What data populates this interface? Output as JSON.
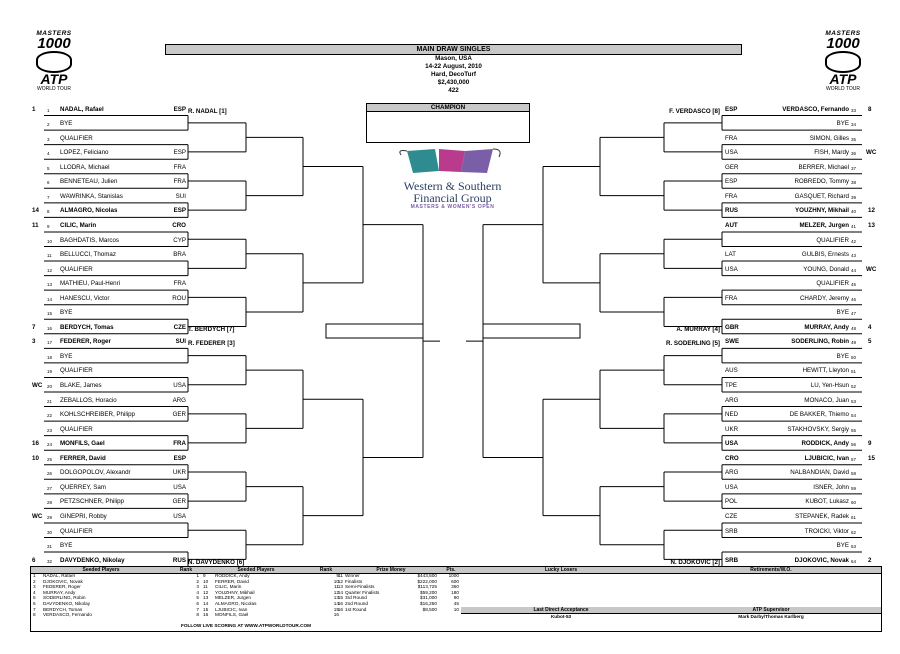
{
  "header": {
    "title": "MAIN DRAW SINGLES",
    "location": "Mason, USA",
    "dates": "14-22 August, 2010",
    "surface": "Hard, DecoTurf",
    "prize": "$2,430,000",
    "code": "422"
  },
  "logo": {
    "masters": "MASTERS",
    "thousand": "1000",
    "atp": "ATP",
    "tour": "WORLD TOUR"
  },
  "champion_label": "CHAMPION",
  "sponsor": {
    "line1": "Western & Southern",
    "line2": "Financial Group",
    "line3": "MASTERS & WOMEN'S OPEN"
  },
  "left_players": [
    {
      "seed": "1",
      "entry": "",
      "num": "1",
      "name": "NADAL, Rafael",
      "nat": "ESP",
      "bold": true
    },
    {
      "seed": "",
      "entry": "",
      "num": "2",
      "name": "BYE",
      "nat": "",
      "bold": false
    },
    {
      "seed": "",
      "entry": "",
      "num": "3",
      "name": "QUALIFIER",
      "nat": "",
      "bold": false
    },
    {
      "seed": "",
      "entry": "",
      "num": "4",
      "name": "LOPEZ, Feliciano",
      "nat": "ESP",
      "bold": false
    },
    {
      "seed": "",
      "entry": "",
      "num": "5",
      "name": "LLODRA, Michael",
      "nat": "FRA",
      "bold": false
    },
    {
      "seed": "",
      "entry": "",
      "num": "6",
      "name": "BENNETEAU, Julien",
      "nat": "FRA",
      "bold": false
    },
    {
      "seed": "",
      "entry": "",
      "num": "7",
      "name": "WAWRINKA, Stanislas",
      "nat": "SUI",
      "bold": false
    },
    {
      "seed": "14",
      "entry": "",
      "num": "8",
      "name": "ALMAGRO, Nicolas",
      "nat": "ESP",
      "bold": true
    },
    {
      "seed": "11",
      "entry": "",
      "num": "9",
      "name": "CILIC, Marin",
      "nat": "CRO",
      "bold": true
    },
    {
      "seed": "",
      "entry": "",
      "num": "10",
      "name": "BAGHDATIS, Marcos",
      "nat": "CYP",
      "bold": false
    },
    {
      "seed": "",
      "entry": "",
      "num": "11",
      "name": "BELLUCCI, Thomaz",
      "nat": "BRA",
      "bold": false
    },
    {
      "seed": "",
      "entry": "",
      "num": "12",
      "name": "QUALIFIER",
      "nat": "",
      "bold": false
    },
    {
      "seed": "",
      "entry": "",
      "num": "13",
      "name": "MATHIEU, Paul-Henri",
      "nat": "FRA",
      "bold": false
    },
    {
      "seed": "",
      "entry": "",
      "num": "14",
      "name": "HANESCU, Victor",
      "nat": "ROU",
      "bold": false
    },
    {
      "seed": "",
      "entry": "",
      "num": "15",
      "name": "BYE",
      "nat": "",
      "bold": false
    },
    {
      "seed": "7",
      "entry": "",
      "num": "16",
      "name": "BERDYCH, Tomas",
      "nat": "CZE",
      "bold": true
    },
    {
      "seed": "3",
      "entry": "",
      "num": "17",
      "name": "FEDERER, Roger",
      "nat": "SUI",
      "bold": true
    },
    {
      "seed": "",
      "entry": "",
      "num": "18",
      "name": "BYE",
      "nat": "",
      "bold": false
    },
    {
      "seed": "",
      "entry": "",
      "num": "19",
      "name": "QUALIFIER",
      "nat": "",
      "bold": false
    },
    {
      "seed": "",
      "entry": "WC",
      "num": "20",
      "name": "BLAKE, James",
      "nat": "USA",
      "bold": false
    },
    {
      "seed": "",
      "entry": "",
      "num": "21",
      "name": "ZEBALLOS, Horacio",
      "nat": "ARG",
      "bold": false
    },
    {
      "seed": "",
      "entry": "",
      "num": "22",
      "name": "KOHLSCHREIBER, Philipp",
      "nat": "GER",
      "bold": false
    },
    {
      "seed": "",
      "entry": "",
      "num": "23",
      "name": "QUALIFIER",
      "nat": "",
      "bold": false
    },
    {
      "seed": "16",
      "entry": "",
      "num": "24",
      "name": "MONFILS, Gael",
      "nat": "FRA",
      "bold": true
    },
    {
      "seed": "10",
      "entry": "",
      "num": "25",
      "name": "FERRER, David",
      "nat": "ESP",
      "bold": true
    },
    {
      "seed": "",
      "entry": "",
      "num": "26",
      "name": "DOLGOPOLOV, Alexandr",
      "nat": "UKR",
      "bold": false
    },
    {
      "seed": "",
      "entry": "",
      "num": "27",
      "name": "QUERREY, Sam",
      "nat": "USA",
      "bold": false
    },
    {
      "seed": "",
      "entry": "",
      "num": "28",
      "name": "PETZSCHNER, Philipp",
      "nat": "GER",
      "bold": false
    },
    {
      "seed": "",
      "entry": "WC",
      "num": "29",
      "name": "GINEPRI, Robby",
      "nat": "USA",
      "bold": false
    },
    {
      "seed": "",
      "entry": "",
      "num": "30",
      "name": "QUALIFIER",
      "nat": "",
      "bold": false
    },
    {
      "seed": "",
      "entry": "",
      "num": "31",
      "name": "BYE",
      "nat": "",
      "bold": false
    },
    {
      "seed": "6",
      "entry": "",
      "num": "32",
      "name": "DAVYDENKO, Nikolay",
      "nat": "RUS",
      "bold": true
    }
  ],
  "right_players": [
    {
      "seed": "8",
      "entry": "",
      "num": "33",
      "name": "VERDASCO, Fernando",
      "nat": "ESP",
      "bold": true
    },
    {
      "seed": "",
      "entry": "",
      "num": "34",
      "name": "BYE",
      "nat": "",
      "bold": false
    },
    {
      "seed": "",
      "entry": "",
      "num": "35",
      "name": "SIMON, Gilles",
      "nat": "FRA",
      "bold": false
    },
    {
      "seed": "",
      "entry": "WC",
      "num": "36",
      "name": "FISH, Mardy",
      "nat": "USA",
      "bold": false
    },
    {
      "seed": "",
      "entry": "",
      "num": "37",
      "name": "BERRER, Michael",
      "nat": "GER",
      "bold": false
    },
    {
      "seed": "",
      "entry": "",
      "num": "38",
      "name": "ROBREDO, Tommy",
      "nat": "ESP",
      "bold": false
    },
    {
      "seed": "",
      "entry": "",
      "num": "39",
      "name": "GASQUET, Richard",
      "nat": "FRA",
      "bold": false
    },
    {
      "seed": "12",
      "entry": "",
      "num": "40",
      "name": "YOUZHNY, Mikhail",
      "nat": "RUS",
      "bold": true
    },
    {
      "seed": "13",
      "entry": "",
      "num": "41",
      "name": "MELZER, Jurgen",
      "nat": "AUT",
      "bold": true
    },
    {
      "seed": "",
      "entry": "",
      "num": "42",
      "name": "QUALIFIER",
      "nat": "",
      "bold": false
    },
    {
      "seed": "",
      "entry": "",
      "num": "43",
      "name": "GULBIS, Ernests",
      "nat": "LAT",
      "bold": false
    },
    {
      "seed": "",
      "entry": "WC",
      "num": "44",
      "name": "YOUNG, Donald",
      "nat": "USA",
      "bold": false
    },
    {
      "seed": "",
      "entry": "",
      "num": "45",
      "name": "QUALIFIER",
      "nat": "",
      "bold": false
    },
    {
      "seed": "",
      "entry": "",
      "num": "46",
      "name": "CHARDY, Jeremy",
      "nat": "FRA",
      "bold": false
    },
    {
      "seed": "",
      "entry": "",
      "num": "47",
      "name": "BYE",
      "nat": "",
      "bold": false
    },
    {
      "seed": "4",
      "entry": "",
      "num": "48",
      "name": "MURRAY, Andy",
      "nat": "GBR",
      "bold": true
    },
    {
      "seed": "5",
      "entry": "",
      "num": "49",
      "name": "SODERLING, Robin",
      "nat": "SWE",
      "bold": true
    },
    {
      "seed": "",
      "entry": "",
      "num": "50",
      "name": "BYE",
      "nat": "",
      "bold": false
    },
    {
      "seed": "",
      "entry": "",
      "num": "51",
      "name": "HEWITT, Lleyton",
      "nat": "AUS",
      "bold": false
    },
    {
      "seed": "",
      "entry": "",
      "num": "52",
      "name": "LU, Yen-Hsun",
      "nat": "TPE",
      "bold": false
    },
    {
      "seed": "",
      "entry": "",
      "num": "53",
      "name": "MONACO, Juan",
      "nat": "ARG",
      "bold": false
    },
    {
      "seed": "",
      "entry": "",
      "num": "54",
      "name": "DE BAKKER, Thiemo",
      "nat": "NED",
      "bold": false
    },
    {
      "seed": "",
      "entry": "",
      "num": "55",
      "name": "STAKHOVSKY, Sergiy",
      "nat": "UKR",
      "bold": false
    },
    {
      "seed": "9",
      "entry": "",
      "num": "56",
      "name": "RODDICK, Andy",
      "nat": "USA",
      "bold": true
    },
    {
      "seed": "15",
      "entry": "",
      "num": "57",
      "name": "LJUBICIC, Ivan",
      "nat": "CRO",
      "bold": true
    },
    {
      "seed": "",
      "entry": "",
      "num": "58",
      "name": "NALBANDIAN, David",
      "nat": "ARG",
      "bold": false
    },
    {
      "seed": "",
      "entry": "",
      "num": "59",
      "name": "ISNER, John",
      "nat": "USA",
      "bold": false
    },
    {
      "seed": "",
      "entry": "",
      "num": "60",
      "name": "KUBOT, Lukasz",
      "nat": "POL",
      "bold": false
    },
    {
      "seed": "",
      "entry": "",
      "num": "61",
      "name": "STEPANEK, Radek",
      "nat": "CZE",
      "bold": false
    },
    {
      "seed": "",
      "entry": "",
      "num": "62",
      "name": "TROICKI, Viktor",
      "nat": "SRB",
      "bold": false
    },
    {
      "seed": "",
      "entry": "",
      "num": "63",
      "name": "BYE",
      "nat": "",
      "bold": false
    },
    {
      "seed": "2",
      "entry": "",
      "num": "64",
      "name": "DJOKOVIC, Novak",
      "nat": "SRB",
      "bold": true
    }
  ],
  "r2_left": [
    {
      "row": 1,
      "name": "R. NADAL [1]"
    },
    {
      "row": 16,
      "name": "T. BERDYCH [7]"
    },
    {
      "row": 17,
      "name": "R. FEDERER [3]"
    },
    {
      "row": 32,
      "name": "N. DAVYDENKO [6]"
    }
  ],
  "r2_right": [
    {
      "row": 1,
      "name": "F. VERDASCO [8]"
    },
    {
      "row": 16,
      "name": "A. MURRAY [4]"
    },
    {
      "row": 17,
      "name": "R. SODERLING [5]"
    },
    {
      "row": 32,
      "name": "N. DJOKOVIC [2]"
    }
  ],
  "bottom": {
    "seeded_title": "Seeded Players",
    "rank_title": "Rank",
    "prize_title": "Prize Money",
    "pts_title": "Pts.",
    "lucky_title": "Lucky Losers",
    "ret_title": "Retirements/W.O.",
    "last_direct_title": "Last Direct Acceptance",
    "last_direct_value": "Kubot-53",
    "supervisor_title": "ATP Supervisor",
    "supervisor_value": "Mark Darby/Thomas Karlberg",
    "footer": "FOLLOW LIVE SCORING AT WWW.ATPWORLDTOUR.COM",
    "seeds_a": [
      {
        "n": "1",
        "name": "NADAL, Rafael",
        "rank": "1"
      },
      {
        "n": "2",
        "name": "DJOKOVIC, Novak",
        "rank": "2"
      },
      {
        "n": "3",
        "name": "FEDERER, Roger",
        "rank": "3"
      },
      {
        "n": "4",
        "name": "MURRAY, Andy",
        "rank": "4"
      },
      {
        "n": "5",
        "name": "SODERLING, Robin",
        "rank": "5"
      },
      {
        "n": "6",
        "name": "DAVYDENKO, Nikolay",
        "rank": "6"
      },
      {
        "n": "7",
        "name": "BERDYCH, Tomas",
        "rank": "7"
      },
      {
        "n": "8",
        "name": "VERDASCO, Fernando",
        "rank": "8"
      }
    ],
    "seeds_b": [
      {
        "n": "9",
        "name": "RODDICK, Andy",
        "rank": "9"
      },
      {
        "n": "10",
        "name": "FERRER, David",
        "rank": "10"
      },
      {
        "n": "11",
        "name": "CILIC, Marin",
        "rank": "11"
      },
      {
        "n": "12",
        "name": "YOUZHNY, Mikhail",
        "rank": "12"
      },
      {
        "n": "13",
        "name": "MELZER, Jurgen",
        "rank": "13"
      },
      {
        "n": "14",
        "name": "ALMAGRO, Nicolas",
        "rank": "14"
      },
      {
        "n": "15",
        "name": "LJUBICIC, Ivan",
        "rank": "15"
      },
      {
        "n": "16",
        "name": "MONFILS, Gael",
        "rank": "16"
      }
    ],
    "prize": [
      {
        "round": "Winner",
        "money": "$443,500",
        "pts": "1000"
      },
      {
        "round": "Finalists",
        "money": "$222,000",
        "pts": "600"
      },
      {
        "round": "Semi-Finalists",
        "money": "$113,725",
        "pts": "360"
      },
      {
        "round": "Quarter Finalists",
        "money": "$59,200",
        "pts": "180"
      },
      {
        "round": "3rd Round",
        "money": "$31,000",
        "pts": "90"
      },
      {
        "round": "2nd Round",
        "money": "$16,250",
        "pts": "45"
      },
      {
        "round": "1st Round",
        "money": "$8,500",
        "pts": "10"
      }
    ],
    "prize_rank": [
      "11",
      "12",
      "13",
      "14",
      "15",
      "16",
      "16"
    ]
  }
}
